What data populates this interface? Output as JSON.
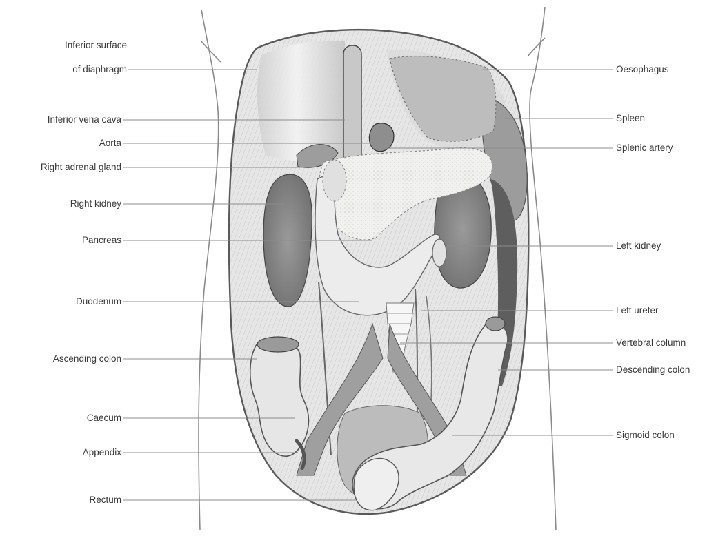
{
  "figure": {
    "left_labels": {
      "diaphragm_line1": "Inferior surface",
      "diaphragm_line2": "of diaphragm",
      "inferior_vena_cava": "Inferior vena cava",
      "aorta": "Aorta",
      "right_adrenal_gland": "Right adrenal gland",
      "right_kidney": "Right kidney",
      "pancreas": "Pancreas",
      "duodenum": "Duodenum",
      "ascending_colon": "Ascending colon",
      "caecum": "Caecum",
      "appendix": "Appendix",
      "rectum": "Rectum"
    },
    "right_labels": {
      "oesophagus": "Oesophagus",
      "spleen": "Spleen",
      "splenic_artery": "Splenic artery",
      "left_kidney": "Left kidney",
      "left_ureter": "Left ureter",
      "vertebral_column": "Vertebral column",
      "descending_colon": "Descending colon",
      "sigmoid_colon": "Sigmoid colon"
    }
  }
}
